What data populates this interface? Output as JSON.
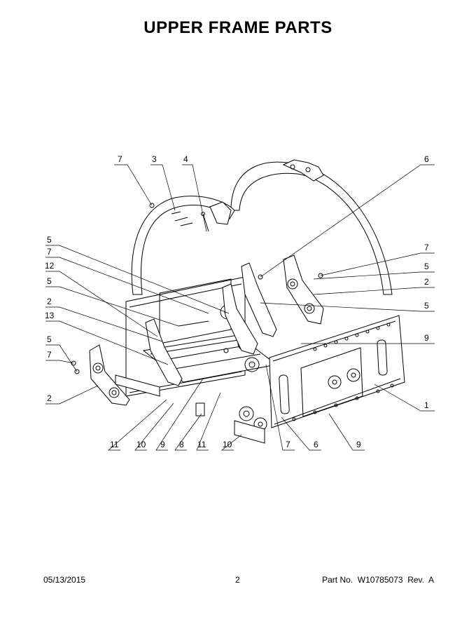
{
  "title": "UPPER FRAME PARTS",
  "callouts": {
    "c1": "7",
    "c2": "3",
    "c3": "4",
    "c4": "6",
    "c5": "5",
    "c6": "7",
    "c7": "12",
    "c8": "5",
    "c9": "2",
    "c10": "13",
    "c11": "5",
    "c12": "7",
    "c13": "2",
    "c14": "7",
    "c15": "5",
    "c16": "2",
    "c17": "5",
    "c18": "9",
    "c19": "1",
    "c20": "11",
    "c21": "10",
    "c22": "9",
    "c23": "8",
    "c24": "11",
    "c25": "10",
    "c26": "7",
    "c27": "6",
    "c28": "9"
  },
  "footer": {
    "date": "05/13/2015",
    "page": "2",
    "part": "Part No.  W10785073  Rev.  A"
  }
}
